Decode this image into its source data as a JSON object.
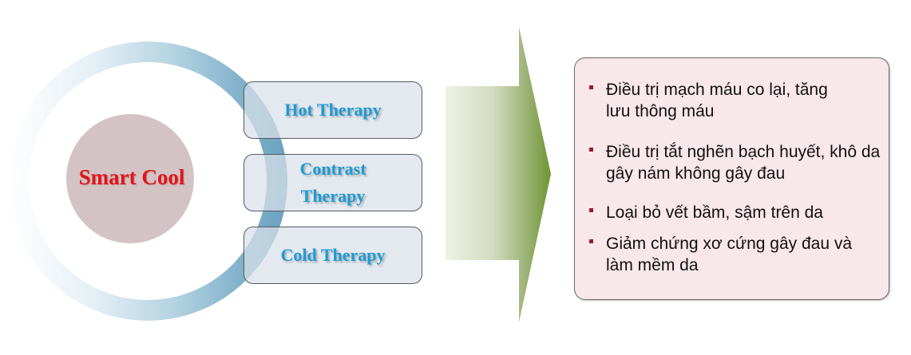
{
  "center": {
    "label": "Smart Cool",
    "label_color": "#e0161b",
    "circle_color": "#d4c3c5"
  },
  "therapies": [
    {
      "label": "Hot Therapy"
    },
    {
      "label": "Contrast Therapy",
      "lines": [
        "Contrast",
        "Therapy"
      ]
    },
    {
      "label": "Cold Therapy"
    }
  ],
  "arrow": {
    "direction": "right",
    "color_start": "#eef2e4",
    "color_end": "#76993a"
  },
  "benefits": {
    "bullet_color": "#9d1b24",
    "items": [
      {
        "text": "Điều trị mạch máu co lại, tăng lưu thông máu"
      },
      {
        "text": "Điều trị tắt nghẽn bạch huyết, khô da gây nám không gây đau"
      },
      {
        "text": "Loại bỏ vết bầm, sậm trên da"
      },
      {
        "text": "Giảm chứng xơ cứng gây đau và làm mềm da"
      }
    ]
  }
}
